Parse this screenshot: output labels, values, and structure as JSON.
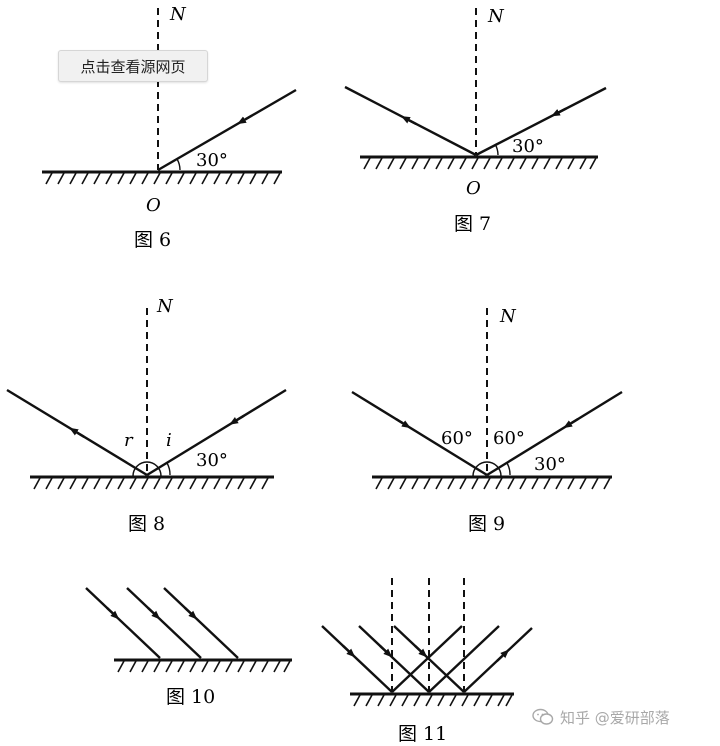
{
  "overlay": {
    "view_page_label": "点击查看源网页"
  },
  "watermark": {
    "text": "知乎 @爱研部落"
  },
  "figures": [
    {
      "id": "fig6",
      "caption": "图 6",
      "labels": {
        "normal": "N",
        "point": "O",
        "angle_incident": "30°"
      }
    },
    {
      "id": "fig7",
      "caption": "图 7",
      "labels": {
        "normal": "N",
        "point": "O",
        "angle_incident": "30°"
      }
    },
    {
      "id": "fig8",
      "caption": "图 8",
      "labels": {
        "normal": "N",
        "reflect": "r",
        "incident": "i",
        "angle_incident": "30°"
      }
    },
    {
      "id": "fig9",
      "caption": "图 9",
      "labels": {
        "normal": "N",
        "angle_r": "60°",
        "angle_i": "60°",
        "angle_incident": "30°"
      }
    },
    {
      "id": "fig10",
      "caption": "图 10",
      "labels": {}
    },
    {
      "id": "fig11",
      "caption": "图 11",
      "labels": {}
    }
  ]
}
